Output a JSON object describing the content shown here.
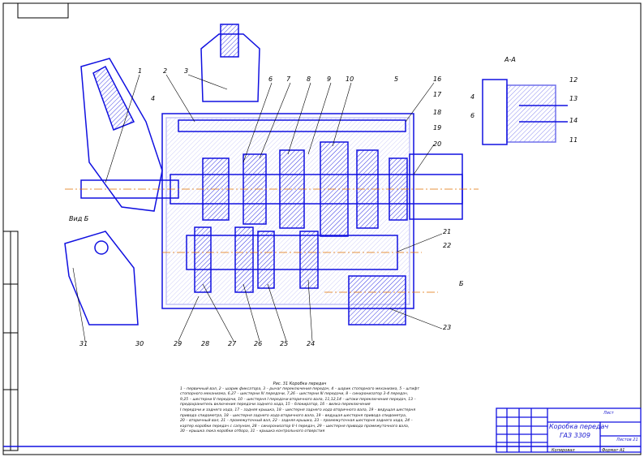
{
  "drawing": {
    "view_labels": {
      "section_aa": "А-А",
      "view_b": "Вид Б",
      "arrow_b": "Б"
    },
    "callouts_main": [
      "1",
      "2",
      "3",
      "4",
      "5",
      "6",
      "7",
      "8",
      "9",
      "10",
      "16",
      "17",
      "18",
      "19",
      "20",
      "21",
      "22",
      "23",
      "24",
      "25",
      "26",
      "27",
      "28",
      "29",
      "30",
      "31"
    ],
    "callouts_section": [
      "12",
      "13",
      "14",
      "11",
      "4",
      "6"
    ],
    "line_color": "#1010e0",
    "centerline_color": "#e07000"
  },
  "caption": {
    "title": "Рис. 31 Коробка передач",
    "lines": [
      "1 – первичный вал, 2 – шарик фиксатора, 3 – рычаг переключения передач, 4 – шарик стопорного механизма, 5 – штифт",
      "стопорного механизма, 6,27 – шестерни IV передачи, 7,26 – шестерни III передачи, 8 – синхронизатор 3-4 передач,",
      "9,25 – шестерни II передачи, 10 – шестерня I передачи вторичного вала, 11,12,14 – штоки переключения передач, 13 –",
      "предохранитель включения передачи заднего хода, 15 – блокиратор, 16 – вилка переключения",
      "I передачи и заднего хода, 17 – задняя крышка, 18 – шестерня заднего хода вторичного вала, 19 – ведущая шестерня",
      "привода спидометра, 18 – шестерня заднего хода вторичного вала, 19 – ведущая шестерня привода спидометра,",
      "20 – вторичный вал, 21 – промежуточный вал, 22 – задняя крышка, 23 – промежуточная шестерня заднего хода, 24 –",
      "картер коробки передач с сапуном, 28 – синхронизатор II–I передач, 29 – шестерня привода промежуточного вала,",
      "30 – крышка люка коробки отбора, 31 – крышка контрольного отверстия"
    ]
  },
  "title_block": {
    "name_line1": "Коробка передач",
    "name_line2": "ГАЗ 3309",
    "sheet_label": "Лист",
    "sheets": "Листов 21",
    "copied": "Копировал",
    "format": "Формат А1"
  }
}
